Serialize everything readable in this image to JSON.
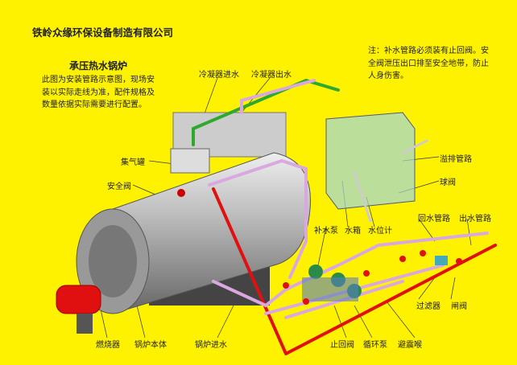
{
  "company": "铁岭众缘环保设备制造有限公司",
  "title": "承压热水锅炉",
  "description": "此图为安装管路示意图，现场安装以实际走线为准，配件规格及数量依据实际需要进行配置。",
  "note": "注：补水管路必须装有止回阀。安全阀泄压出口排至安全地带，防止人身伤害。",
  "labels": {
    "condenser_in": "冷凝器进水",
    "condenser_out": "冷凝器出水",
    "gas_collector": "集气罐",
    "safety_valve": "安全阀",
    "overflow_pipe": "溢排管路",
    "ball_valve": "球阀",
    "makeup_pump": "补水泵",
    "water_tank": "水箱",
    "level_gauge": "水位计",
    "return_pipe": "回水管路",
    "outlet_pipe": "出水管路",
    "filter": "过滤器",
    "gate_valve": "闸阀",
    "burner": "燃烧器",
    "boiler_body": "锅炉本体",
    "boiler_inlet": "锅炉进水",
    "check_valve": "止回阀",
    "circ_pump": "循环泵",
    "shock_absorber": "避震喉"
  },
  "colors": {
    "background": "#fff200",
    "hot_pipe": "#e01010",
    "cold_pipe": "#d9a8e0",
    "green_pipe": "#2ea82e",
    "boiler": "#b8b8b8"
  }
}
